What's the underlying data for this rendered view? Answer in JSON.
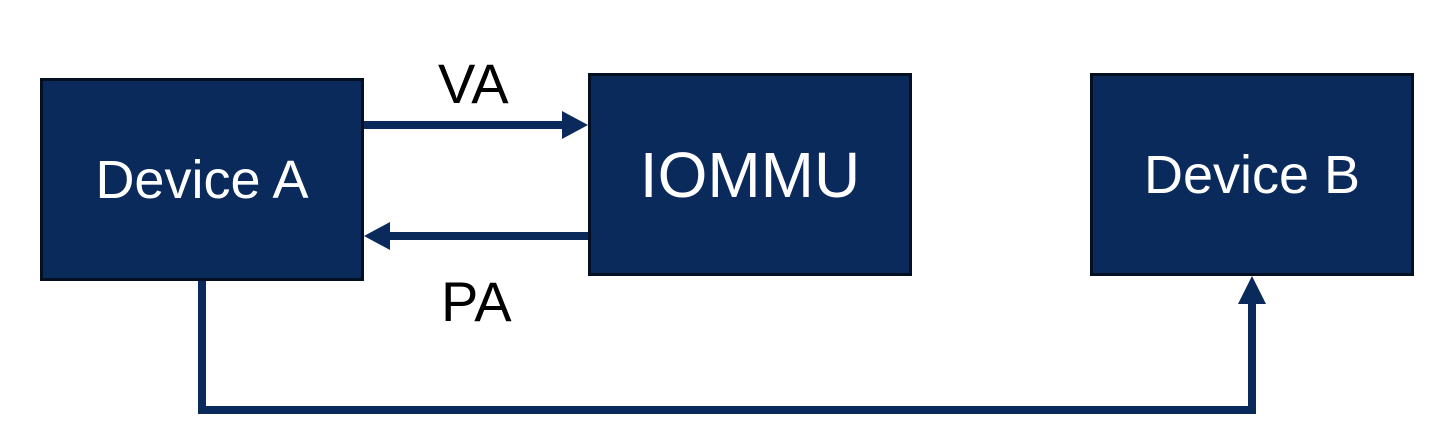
{
  "diagram": {
    "nodes": {
      "device_a": "Device A",
      "iommu": "IOMMU",
      "device_b": "Device B"
    },
    "edges": {
      "va": "VA",
      "pa": "PA"
    },
    "colors": {
      "box_fill": "#0b2a5c",
      "box_border": "#050f22",
      "arrow": "#0b2a5c",
      "box_text": "#ffffff",
      "label_text": "#000000"
    }
  }
}
